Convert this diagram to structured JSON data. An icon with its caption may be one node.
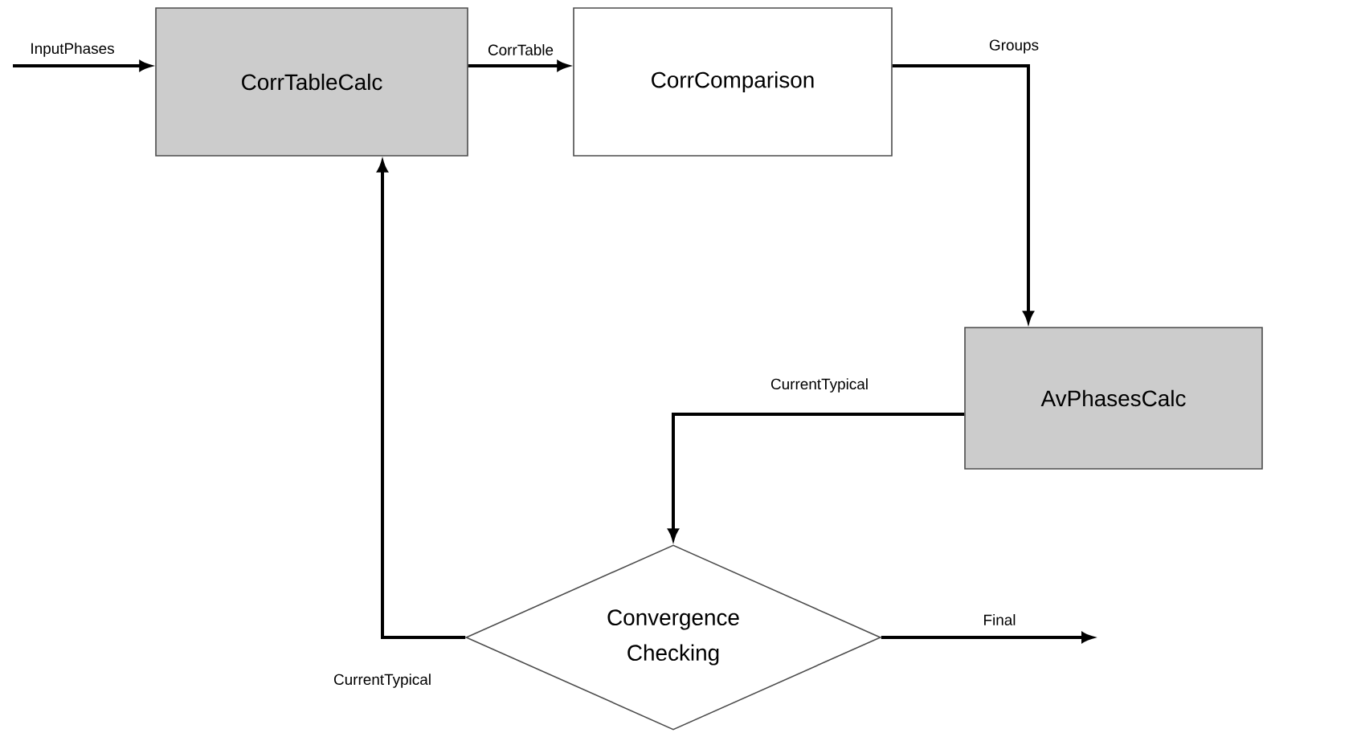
{
  "diagram": {
    "nodes": [
      {
        "text": [
          "CorrTableCalc"
        ]
      },
      {
        "text": [
          "CorrComparison"
        ]
      },
      {
        "text": [
          "AvPhasesCalc"
        ]
      },
      {
        "text": [
          "Convergence Checking"
        ]
      }
    ],
    "edges": [
      {
        "from": null,
        "to": 0,
        "arrow": "to",
        "label": "InputPhases"
      },
      {
        "from": 0,
        "to": 1,
        "arrow": "to",
        "label": "CorrTable"
      },
      {
        "from": 1,
        "to": 2,
        "arrow": "to",
        "label": "Groups"
      },
      {
        "from": 2,
        "to": 3,
        "arrow": "to",
        "label": "CurrentTypical"
      },
      {
        "from": 3,
        "to": 0,
        "arrow": "to",
        "label": "CurrentTypical"
      },
      {
        "from": 3,
        "to": null,
        "arrow": "to",
        "label": "Final"
      }
    ]
  }
}
